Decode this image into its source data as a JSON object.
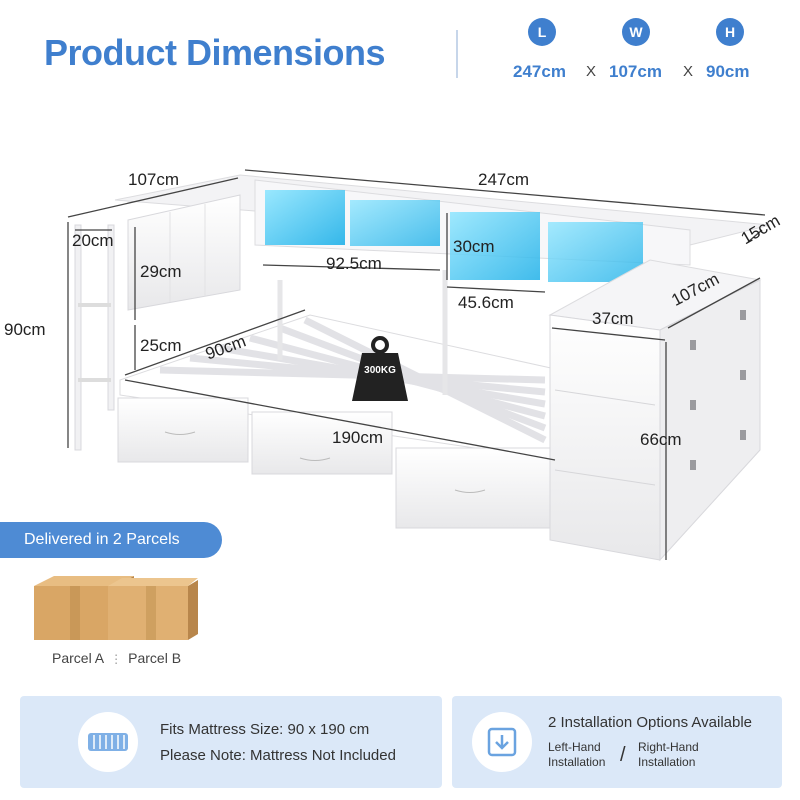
{
  "header": {
    "title": "Product Dimensions"
  },
  "summary": {
    "length": {
      "badge": "L",
      "value": "247cm"
    },
    "width": {
      "badge": "W",
      "value": "107cm"
    },
    "height": {
      "badge": "H",
      "value": "90cm"
    },
    "separator": "X"
  },
  "dimensions": {
    "overall_width": "107cm",
    "overall_length": "247cm",
    "headboard_depth": "20cm",
    "shelf_height": "29cm",
    "lower_height": "25cm",
    "overall_height": "90cm",
    "shelf_width": "92.5cm",
    "cubby_height": "30cm",
    "cubby_width": "45.6cm",
    "top_depth": "15cm",
    "cabinet_depth": "107cm",
    "cabinet_width": "37cm",
    "mattress_width": "90cm",
    "mattress_length": "190cm",
    "cabinet_height": "66cm"
  },
  "load": {
    "capacity": "300KG"
  },
  "delivery": {
    "banner": "Delivered in 2 Parcels",
    "parcel_a": "Parcel A",
    "parcel_b": "Parcel B"
  },
  "mattress_info": {
    "line1": "Fits Mattress Size: 90 x 190 cm",
    "line2": "Please Note: Mattress Not Included"
  },
  "installation": {
    "title": "2 Installation Options Available",
    "left": "Left-Hand Installation",
    "right": "Right-Hand Installation",
    "separator": "/"
  },
  "colors": {
    "accent": "#3f7fce",
    "banner": "#4e8bd4",
    "card_bg": "#dbe8f8",
    "led": "#38c8f0"
  }
}
